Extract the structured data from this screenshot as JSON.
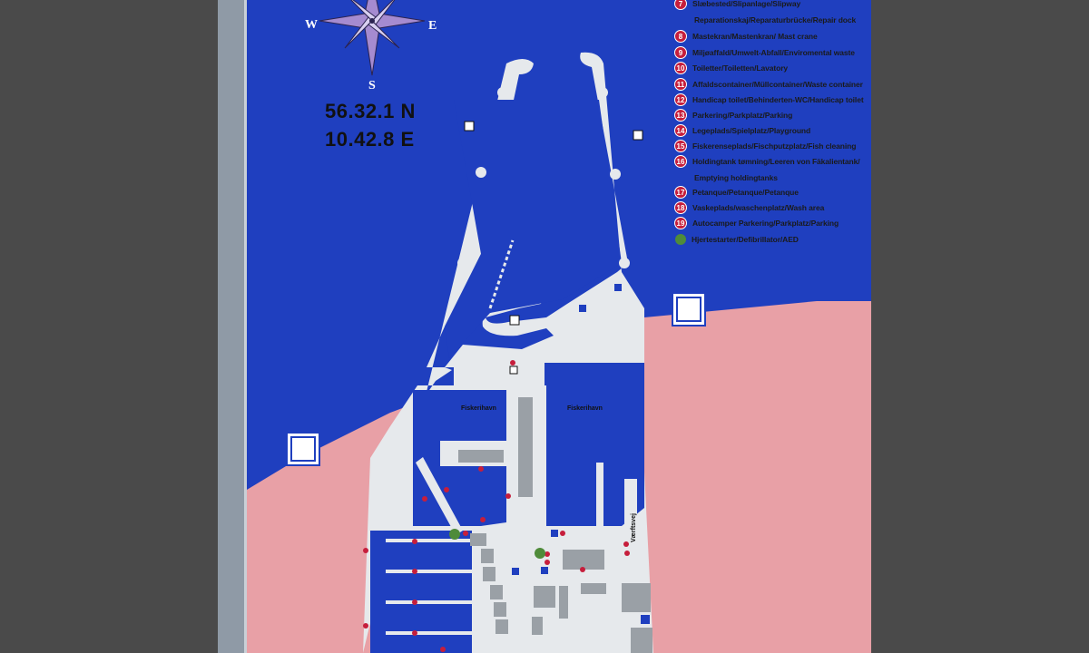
{
  "map": {
    "coordinates": {
      "lat": "56.32.1 N",
      "lon": "10.42.8 E"
    },
    "compass": {
      "west": "W",
      "east": "E",
      "south": "S"
    },
    "labels": {
      "harbour_left": "Fiskerihavn",
      "harbour_right": "Fiskerihavn",
      "vertical": "Værftsvej"
    }
  },
  "legend": {
    "items": [
      {
        "num": "7",
        "lines": [
          "Slæbested/Slipanlage/Slipway",
          "Reparationskaj/Reparaturbrücke/Repair dock"
        ]
      },
      {
        "num": "8",
        "lines": [
          "Mastekran/Mastenkran/ Mast crane"
        ]
      },
      {
        "num": "9",
        "lines": [
          "Miljøaffald/Umwelt-Abfall/Enviromental waste"
        ]
      },
      {
        "num": "10",
        "lines": [
          "Toiletter/Toiletten/Lavatory"
        ]
      },
      {
        "num": "11",
        "lines": [
          "Affaldscontainer/Müllcontainer/Waste container"
        ]
      },
      {
        "num": "12",
        "lines": [
          "Handicap toilet/Behinderten-WC/Handicap toilet"
        ]
      },
      {
        "num": "13",
        "lines": [
          "Parkering/Parkplatz/Parking"
        ]
      },
      {
        "num": "14",
        "lines": [
          "Legeplads/Spielplatz/Playground"
        ]
      },
      {
        "num": "15",
        "lines": [
          "Fiskerenseplads/Fischputzplatz/Fish cleaning"
        ]
      },
      {
        "num": "16",
        "lines": [
          "Holdingtank tømning/Leeren von Fäkalientank/",
          "Emptying holdingtanks"
        ]
      },
      {
        "num": "17",
        "lines": [
          "Petanque/Petanque/Petanque"
        ]
      },
      {
        "num": "18",
        "lines": [
          "Vaskeplads/waschenplatz/Wash area"
        ]
      },
      {
        "num": "19",
        "lines": [
          "Autocamper Parkering/Parkplatz/Parking"
        ]
      }
    ],
    "defibrillator": "Hjertestarter/Defibrillator/AED"
  },
  "colors": {
    "water": "#1f3fbf",
    "land": "#e8a0a6",
    "pier": "#e6e9ec",
    "marker": "#c61e3c",
    "aed": "#4f8b3a"
  },
  "icons": [
    "compass-rose-icon",
    "bathing-icon",
    "parking-icon",
    "toilet-icon"
  ]
}
